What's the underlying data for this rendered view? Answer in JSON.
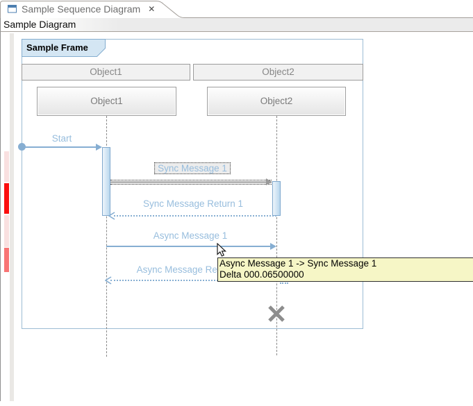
{
  "tab": {
    "title": "Sample Sequence Diagram",
    "close_glyph": "✕",
    "icon": "view-window-icon"
  },
  "view_title": "Sample Diagram",
  "diagram": {
    "frame_label": "Sample Frame",
    "lifelines": [
      {
        "header": "Object1",
        "box": "Object1"
      },
      {
        "header": "Object2",
        "box": "Object2"
      }
    ],
    "messages": [
      {
        "label": "Start",
        "type": "found-message",
        "from": "frame-edge",
        "to": "Object1"
      },
      {
        "label": "Sync Message 1",
        "type": "sync",
        "from": "Object1",
        "to": "Object2",
        "selected": true
      },
      {
        "label": "Sync Message Return 1",
        "type": "return",
        "from": "Object2",
        "to": "Object1"
      },
      {
        "label": "Async Message 1",
        "type": "async",
        "from": "Object1",
        "to": "Object2"
      },
      {
        "label": "Async Message Return 1",
        "type": "return",
        "from": "Object2",
        "to": "Object1"
      }
    ],
    "stop_symbol_on": "Object2"
  },
  "tooltip": {
    "line1": "Async Message 1 -> Sync Message 1",
    "line2": "Delta 000.06500000"
  },
  "ruler_markers": [
    {
      "color": "#f9e0e0"
    },
    {
      "color": "#fb0d0d"
    },
    {
      "color": "#f9e0e0"
    },
    {
      "color": "#f87474"
    }
  ],
  "colors": {
    "message_blue": "#86aed2",
    "label_blue": "#97bddd",
    "frame_border": "#9cbcd4",
    "frame_label_bg": "#d4e6f3",
    "activation_fill": "#b9d7ee",
    "selected_line_gray": "#b4b4b4",
    "tooltip_bg": "#f6f6c6",
    "marker_red": "#fb0d0d",
    "marker_pink": "#f9e0e0",
    "marker_salmon": "#f87474",
    "stop_symbol_gray": "#8d8d8d"
  }
}
